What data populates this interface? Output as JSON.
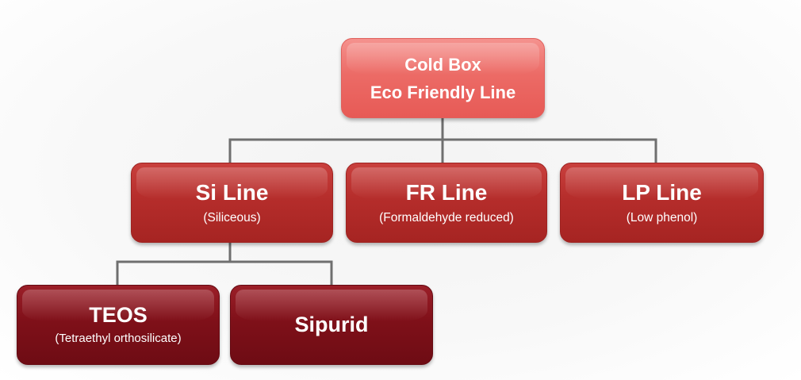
{
  "root": {
    "line1": "Cold Box",
    "line2": "Eco Friendly Line"
  },
  "lines": [
    {
      "title": "Si Line",
      "subtitle": "(Siliceous)"
    },
    {
      "title": "FR Line",
      "subtitle": "(Formaldehyde reduced)"
    },
    {
      "title": "LP Line",
      "subtitle": "(Low phenol)"
    }
  ],
  "si_children": [
    {
      "title": "TEOS",
      "subtitle": "(Tetraethyl orthosilicate)"
    },
    {
      "title": "Sipurid",
      "subtitle": ""
    }
  ],
  "colors": {
    "root": "#e75a56",
    "level1": "#b52d2b",
    "level2": "#7f1019",
    "connector": "#707070"
  }
}
